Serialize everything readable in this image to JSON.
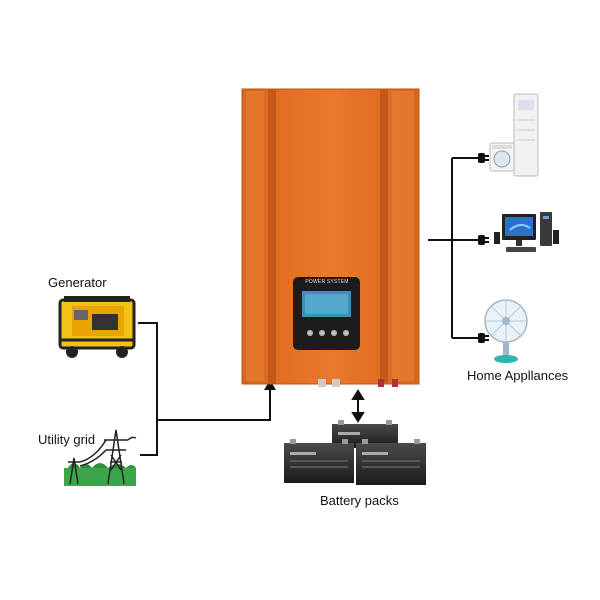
{
  "labels": {
    "generator": "Generator",
    "utility_grid": "Utility grid",
    "battery_packs": "Battery packs",
    "home_appliances": "Home Appllances"
  },
  "inverter": {
    "brand_text": "POWER SYSTEM",
    "color": "#E0742A"
  },
  "icons": [
    "generator-icon",
    "utility-grid-icon",
    "inverter-icon",
    "battery-packs-icon",
    "air-conditioner-icon",
    "washing-machine-icon",
    "computer-icon",
    "fan-icon",
    "plug-icon",
    "bidirectional-arrow-icon"
  ]
}
